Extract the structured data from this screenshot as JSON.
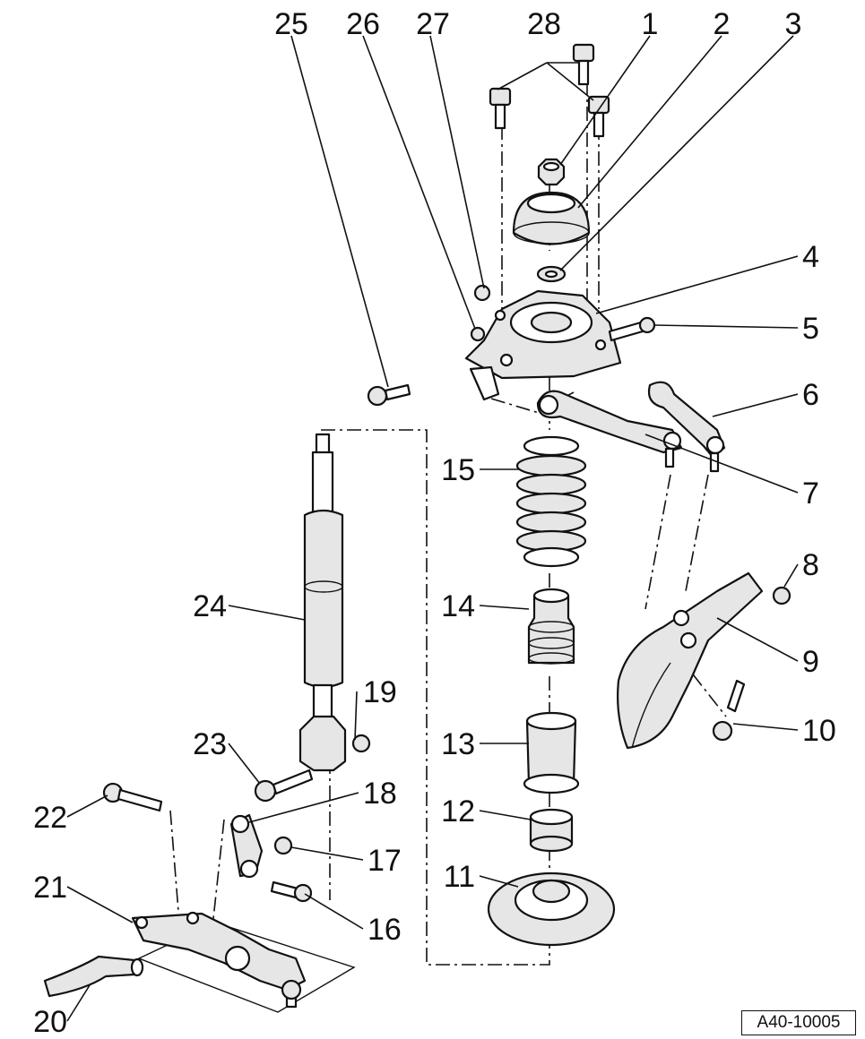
{
  "callouts": {
    "c1": "1",
    "c2": "2",
    "c3": "3",
    "c4": "4",
    "c5": "5",
    "c6": "6",
    "c7": "7",
    "c8": "8",
    "c9": "9",
    "c10": "10",
    "c11": "11",
    "c12": "12",
    "c13": "13",
    "c14": "14",
    "c15": "15",
    "c16": "16",
    "c17": "17",
    "c18": "18",
    "c19": "19",
    "c20": "20",
    "c21": "21",
    "c22": "22",
    "c23": "23",
    "c24": "24",
    "c25": "25",
    "c26": "26",
    "c27": "27",
    "c28": "28"
  },
  "figure_id": "A40-10005",
  "colors": {
    "ink": "#111111",
    "background": "#ffffff",
    "shade": "#e6e6e6"
  }
}
